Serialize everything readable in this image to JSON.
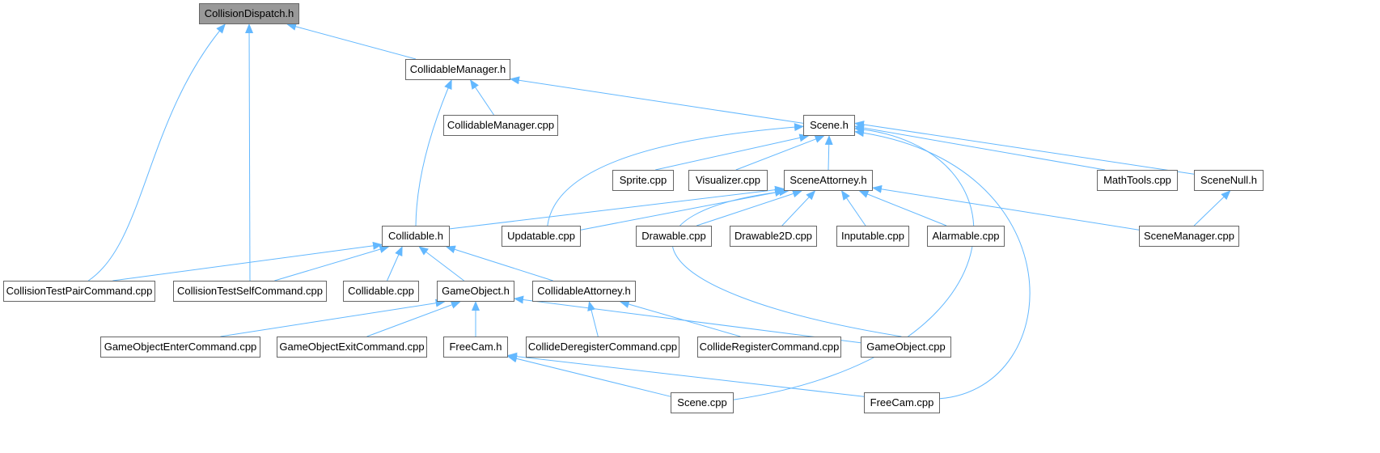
{
  "colors": {
    "edge": "#63b8ff",
    "node_border": "#666666",
    "root_fill": "#999999"
  },
  "nodes": [
    {
      "id": "collisiondispatch_h",
      "label": "CollisionDispatch.h",
      "root": true
    },
    {
      "id": "collidablemanager_h",
      "label": "CollidableManager.h"
    },
    {
      "id": "collidablemanager_cpp",
      "label": "CollidableManager.cpp"
    },
    {
      "id": "scene_h",
      "label": "Scene.h"
    },
    {
      "id": "sprite_cpp",
      "label": "Sprite.cpp"
    },
    {
      "id": "visualizer_cpp",
      "label": "Visualizer.cpp"
    },
    {
      "id": "sceneattorney_h",
      "label": "SceneAttorney.h"
    },
    {
      "id": "mathtools_cpp",
      "label": "MathTools.cpp"
    },
    {
      "id": "scenenull_h",
      "label": "SceneNull.h"
    },
    {
      "id": "collidable_h",
      "label": "Collidable.h"
    },
    {
      "id": "updatable_cpp",
      "label": "Updatable.cpp"
    },
    {
      "id": "drawable_cpp",
      "label": "Drawable.cpp"
    },
    {
      "id": "drawable2d_cpp",
      "label": "Drawable2D.cpp"
    },
    {
      "id": "inputable_cpp",
      "label": "Inputable.cpp"
    },
    {
      "id": "alarmable_cpp",
      "label": "Alarmable.cpp"
    },
    {
      "id": "scenemanager_cpp",
      "label": "SceneManager.cpp"
    },
    {
      "id": "collisiontestpaircommand_cpp",
      "label": "CollisionTestPairCommand.cpp"
    },
    {
      "id": "collisiontestselfcommand_cpp",
      "label": "CollisionTestSelfCommand.cpp"
    },
    {
      "id": "collidable_cpp",
      "label": "Collidable.cpp"
    },
    {
      "id": "gameobject_h",
      "label": "GameObject.h"
    },
    {
      "id": "collidableattorney_h",
      "label": "CollidableAttorney.h"
    },
    {
      "id": "gameobjectentercommand_cpp",
      "label": "GameObjectEnterCommand.cpp"
    },
    {
      "id": "gameobjectexitcommand_cpp",
      "label": "GameObjectExitCommand.cpp"
    },
    {
      "id": "freecam_h",
      "label": "FreeCam.h"
    },
    {
      "id": "colliderderegistercommand_cpp",
      "label": "CollideDeregisterCommand.cpp"
    },
    {
      "id": "collideregistercommand_cpp",
      "label": "CollideRegisterCommand.cpp"
    },
    {
      "id": "gameobject_cpp",
      "label": "GameObject.cpp"
    },
    {
      "id": "scene_cpp",
      "label": "Scene.cpp"
    },
    {
      "id": "freecam_cpp",
      "label": "FreeCam.cpp"
    }
  ],
  "edges": [
    {
      "from": "collisiontestpaircommand_cpp",
      "to": "collisiondispatch_h"
    },
    {
      "from": "collisiontestselfcommand_cpp",
      "to": "collisiondispatch_h"
    },
    {
      "from": "collidablemanager_h",
      "to": "collisiondispatch_h"
    },
    {
      "from": "collidablemanager_cpp",
      "to": "collidablemanager_h"
    },
    {
      "from": "collidable_h",
      "to": "collidablemanager_h"
    },
    {
      "from": "scene_h",
      "to": "collidablemanager_h"
    },
    {
      "from": "sprite_cpp",
      "to": "scene_h"
    },
    {
      "from": "visualizer_cpp",
      "to": "scene_h"
    },
    {
      "from": "sceneattorney_h",
      "to": "scene_h"
    },
    {
      "from": "mathtools_cpp",
      "to": "scene_h"
    },
    {
      "from": "scenenull_h",
      "to": "scene_h"
    },
    {
      "from": "updatable_cpp",
      "to": "scene_h"
    },
    {
      "from": "scene_cpp",
      "to": "scene_h"
    },
    {
      "from": "freecam_cpp",
      "to": "scene_h"
    },
    {
      "from": "collidable_h",
      "to": "sceneattorney_h"
    },
    {
      "from": "updatable_cpp",
      "to": "sceneattorney_h"
    },
    {
      "from": "drawable_cpp",
      "to": "sceneattorney_h"
    },
    {
      "from": "drawable2d_cpp",
      "to": "sceneattorney_h"
    },
    {
      "from": "inputable_cpp",
      "to": "sceneattorney_h"
    },
    {
      "from": "alarmable_cpp",
      "to": "sceneattorney_h"
    },
    {
      "from": "scenemanager_cpp",
      "to": "sceneattorney_h"
    },
    {
      "from": "gameobject_cpp",
      "to": "sceneattorney_h"
    },
    {
      "from": "scenemanager_cpp",
      "to": "scenenull_h"
    },
    {
      "from": "collisiontestpaircommand_cpp",
      "to": "collidable_h"
    },
    {
      "from": "collisiontestselfcommand_cpp",
      "to": "collidable_h"
    },
    {
      "from": "collidable_cpp",
      "to": "collidable_h"
    },
    {
      "from": "gameobject_h",
      "to": "collidable_h"
    },
    {
      "from": "collidableattorney_h",
      "to": "collidable_h"
    },
    {
      "from": "gameobjectentercommand_cpp",
      "to": "gameobject_h"
    },
    {
      "from": "gameobjectexitcommand_cpp",
      "to": "gameobject_h"
    },
    {
      "from": "freecam_h",
      "to": "gameobject_h"
    },
    {
      "from": "gameobject_cpp",
      "to": "gameobject_h"
    },
    {
      "from": "colliderderegistercommand_cpp",
      "to": "collidableattorney_h"
    },
    {
      "from": "collideregistercommand_cpp",
      "to": "collidableattorney_h"
    },
    {
      "from": "scene_cpp",
      "to": "freecam_h"
    },
    {
      "from": "freecam_cpp",
      "to": "freecam_h"
    }
  ]
}
